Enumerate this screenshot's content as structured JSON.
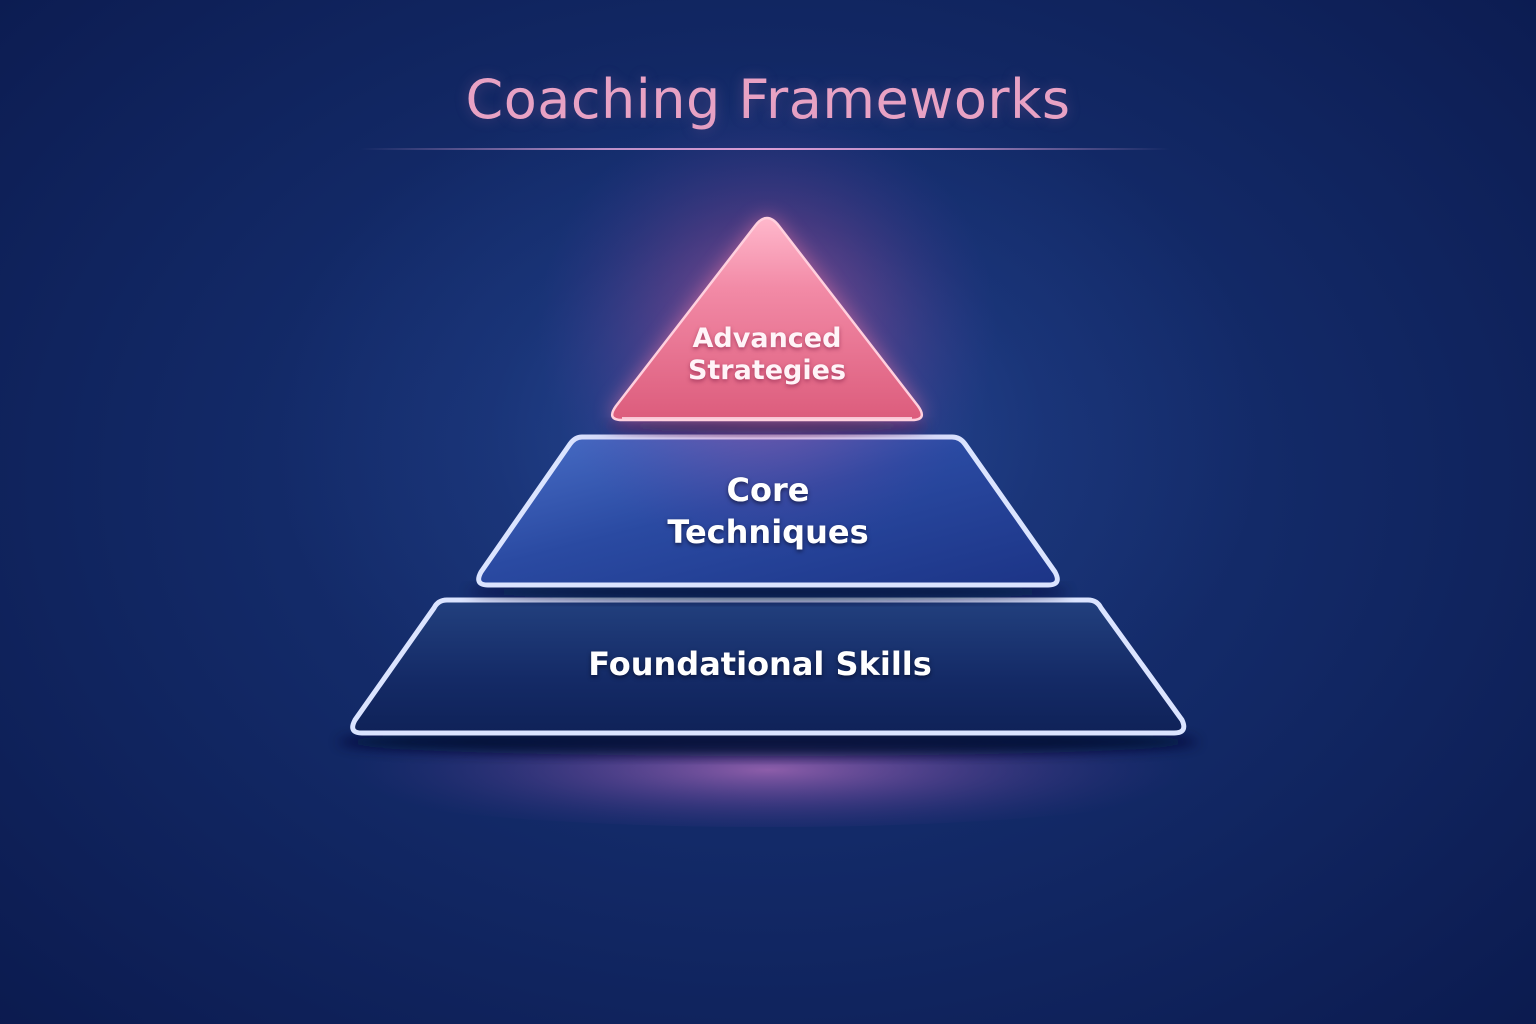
{
  "title": "Coaching Frameworks",
  "pyramid": {
    "levels": [
      {
        "id": "top",
        "line1": "Advanced",
        "line2": "Strategies",
        "shape": "triangle",
        "fill": "#e0607e",
        "glow": "#ff7aa8"
      },
      {
        "id": "middle",
        "line1": "Core",
        "line2": "Techniques",
        "shape": "trapezoid",
        "fill": "#2a4aa0",
        "outline": "#d8e2ff"
      },
      {
        "id": "bottom",
        "line1": "Foundational Skills",
        "shape": "trapezoid",
        "fill": "#142a68",
        "outline": "#d8e2ff"
      }
    ]
  },
  "colors": {
    "background_center": "#1b3577",
    "background_edge": "#0b1a4e",
    "title": "#e8a2c4",
    "accent_pink": "#e0607e",
    "outline": "#d8e2ff",
    "floor_glow": "#8a5aa8"
  }
}
